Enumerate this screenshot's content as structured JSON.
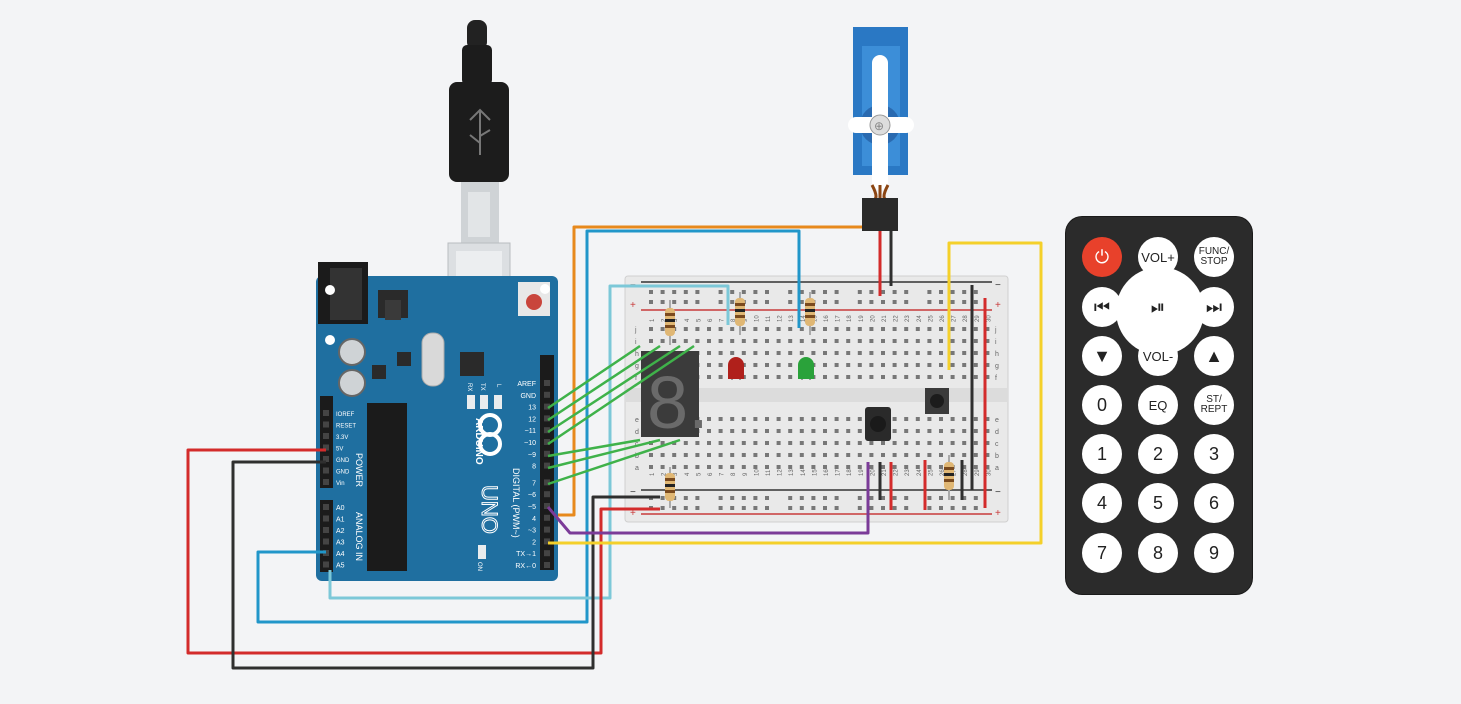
{
  "arduino": {
    "brand": "ARDUINO",
    "model": "UNO",
    "digital_header": "DIGITAL (PWM~)",
    "power_header": "POWER",
    "analog_header": "ANALOG IN",
    "on_label": "ON",
    "l_label": "L",
    "tx_label": "TX",
    "rx_label": "RX",
    "digital_pins": [
      "AREF",
      "GND",
      "13",
      "12",
      "~11",
      "~10",
      "~9",
      "8",
      "7",
      "~6",
      "~5",
      "4",
      "~3",
      "2",
      "TX→1",
      "RX←0"
    ],
    "power_pins": [
      "IOREF",
      "RESET",
      "3.3V",
      "5V",
      "GND",
      "GND",
      "Vin"
    ],
    "analog_pins": [
      "A0",
      "A1",
      "A2",
      "A3",
      "A4",
      "A5"
    ]
  },
  "breadboard": {
    "plus": "+",
    "minus": "−",
    "row_letters_top": [
      "j",
      "i",
      "h",
      "g",
      "f"
    ],
    "row_letters_bottom": [
      "e",
      "d",
      "c",
      "b",
      "a"
    ],
    "column_numbers": [
      "1",
      "2",
      "3",
      "4",
      "5",
      "6",
      "7",
      "8",
      "9",
      "10",
      "11",
      "12",
      "13",
      "14",
      "15",
      "16",
      "17",
      "18",
      "19",
      "20",
      "21",
      "22",
      "23",
      "24",
      "25",
      "26",
      "27",
      "28",
      "29",
      "30"
    ]
  },
  "seven_segment": {
    "digit": "8."
  },
  "remote": {
    "buttons": [
      {
        "id": "power",
        "label": "⏻"
      },
      {
        "id": "vol-up",
        "label": "VOL+"
      },
      {
        "id": "func-stop",
        "label": "FUNC/ STOP"
      },
      {
        "id": "prev",
        "label": "⏮"
      },
      {
        "id": "play-pause",
        "label": "⏯"
      },
      {
        "id": "next",
        "label": "⏭"
      },
      {
        "id": "down",
        "label": "▼"
      },
      {
        "id": "vol-down",
        "label": "VOL-"
      },
      {
        "id": "up",
        "label": "▲"
      },
      {
        "id": "0",
        "label": "0"
      },
      {
        "id": "eq",
        "label": "EQ"
      },
      {
        "id": "st-rept",
        "label": "ST/ REPT"
      },
      {
        "id": "1",
        "label": "1"
      },
      {
        "id": "2",
        "label": "2"
      },
      {
        "id": "3",
        "label": "3"
      },
      {
        "id": "4",
        "label": "4"
      },
      {
        "id": "5",
        "label": "5"
      },
      {
        "id": "6",
        "label": "6"
      },
      {
        "id": "7",
        "label": "7"
      },
      {
        "id": "8",
        "label": "8"
      },
      {
        "id": "9",
        "label": "9"
      }
    ]
  },
  "colors": {
    "background": "#f3f4f6",
    "arduino_board": "#1f6fa0",
    "wire_red": "#d32b2b",
    "wire_black": "#2f2f2f",
    "wire_orange": "#e7891c",
    "wire_blue": "#2196c9",
    "wire_light_blue": "#7cc8d8",
    "wire_green": "#3fb24a",
    "wire_purple": "#7b3b98",
    "wire_yellow": "#f4d02a",
    "led_red": "#b0201b",
    "led_green": "#2aa23a",
    "servo_body": "#2a78c4",
    "remote_body": "#2b2b2b",
    "power_button": "#e8412b"
  }
}
